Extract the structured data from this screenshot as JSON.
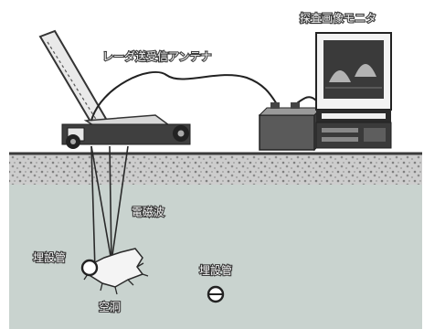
{
  "labels": {
    "antenna": "レーダ送受信アンテナ",
    "monitor": "探査画像モニタ",
    "wave": "電磁波",
    "pipe_left": "埋設管",
    "pipe_right": "埋設管",
    "cavity": "空洞"
  }
}
